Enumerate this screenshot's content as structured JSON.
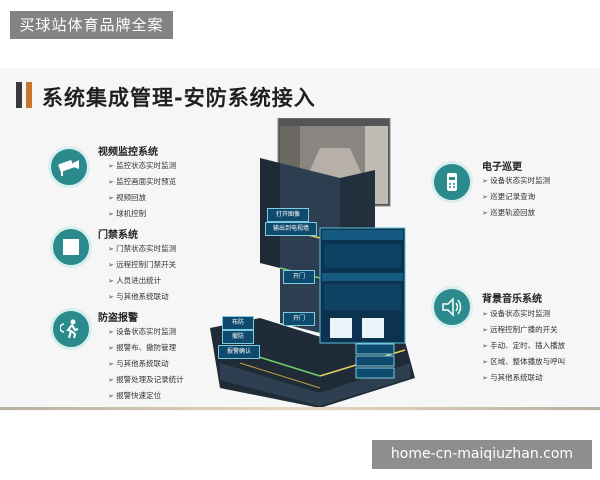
{
  "watermark_top": "买球站体育品牌全案",
  "watermark_bottom": "home-cn-maiqiuzhan.com",
  "slide": {
    "title": "系统集成管理-安防系统接入"
  },
  "features": {
    "video": {
      "title": "视频监控系统",
      "icon": "camera-icon",
      "items": [
        "监控状态实时监测",
        "监控画面实时预览",
        "视频回放",
        "球机控制"
      ]
    },
    "access": {
      "title": "门禁系统",
      "icon": "door-icon",
      "items": [
        "门禁状态实时监测",
        "远程控制门禁开关",
        "人员进出统计",
        "与其他系统联动"
      ]
    },
    "alarm": {
      "title": "防盗报警",
      "icon": "runner-icon",
      "items": [
        "设备状态实时监测",
        "报警布、撤防管理",
        "与其他系统联动",
        "报警处理及记录统计",
        "报警快速定位"
      ]
    },
    "patrol": {
      "title": "电子巡更",
      "icon": "patrol-device-icon",
      "items": [
        "设备状态实时监测",
        "巡更记录查询",
        "巡更轨迹回放"
      ]
    },
    "music": {
      "title": "背景音乐系统",
      "icon": "speaker-icon",
      "items": [
        "设备状态实时监测",
        "远程控制广播的开关",
        "手动、定时、插入播放",
        "区域、整体播放与呼叫",
        "与其他系统联动"
      ]
    }
  },
  "screen_buttons": {
    "open_image": "打开图像",
    "output_wall": "输出到电视墙",
    "open_door": "开门",
    "open_door2": "开门",
    "arm": "布防",
    "disarm": "撤防",
    "alarm_confirm": "报警确认"
  },
  "colors": {
    "accent_teal": "#2a8a8c",
    "title_bar_dark": "#3a3a3a",
    "title_bar_orange": "#c8742a"
  }
}
